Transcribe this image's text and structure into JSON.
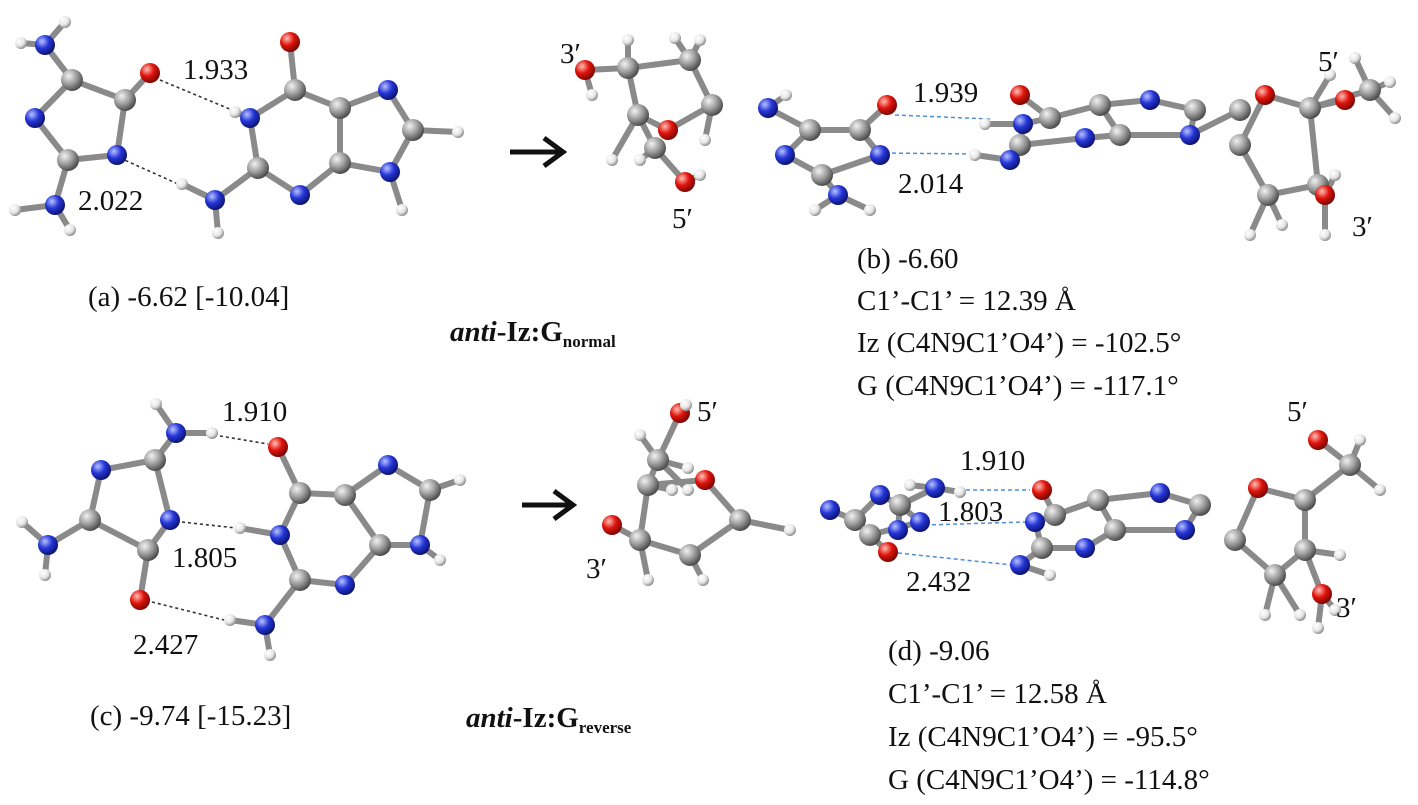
{
  "panel_a": {
    "caption": "(a) -6.62 [-10.04]",
    "hbond_top": "1.933",
    "hbond_bottom": "2.022"
  },
  "panel_b": {
    "energy": "(b) -6.60",
    "hbond_top": "1.939",
    "hbond_bottom": "2.014",
    "prime_top_left": "3′",
    "prime_bottom_left": "5′",
    "prime_top_right": "5′",
    "prime_bottom_right": "3′",
    "distance": "C1’-C1’ = 12.39 Å",
    "iz_torsion": "Iz (C4N9C1’O4’) = -102.5°",
    "g_torsion": "G (C4N9C1’O4’) = -117.1°"
  },
  "title_normal": {
    "italic": "anti",
    "main": "-Iz:G",
    "sub": "normal"
  },
  "panel_c": {
    "caption": "(c) -9.74 [-15.23]",
    "hbond_top": "1.910",
    "hbond_mid": "1.805",
    "hbond_bottom": "2.427"
  },
  "panel_d": {
    "energy": "(d) -9.06",
    "hbond_top": "1.910",
    "hbond_mid": "1.803",
    "hbond_bottom": "2.432",
    "prime_top_left": "5′",
    "prime_bottom_left": "3′",
    "prime_top_right": "5′",
    "prime_bottom_right": "3′",
    "distance": "C1’-C1’ = 12.58 Å",
    "iz_torsion": "Iz (C4N9C1’O4’) = -95.5°",
    "g_torsion": "G (C4N9C1’O4’) = -114.8°"
  },
  "title_reverse": {
    "italic": "anti",
    "main": "-Iz:G",
    "sub": "reverse"
  },
  "colors": {
    "carbon": "#9a9a9a",
    "nitrogen": "#2536d8",
    "oxygen": "#e0140c",
    "hydrogen": "#e6e6e6",
    "bond": "#8a8a8a",
    "hbond_2d": "#333333",
    "hbond_3d": "#4f8fd6"
  }
}
